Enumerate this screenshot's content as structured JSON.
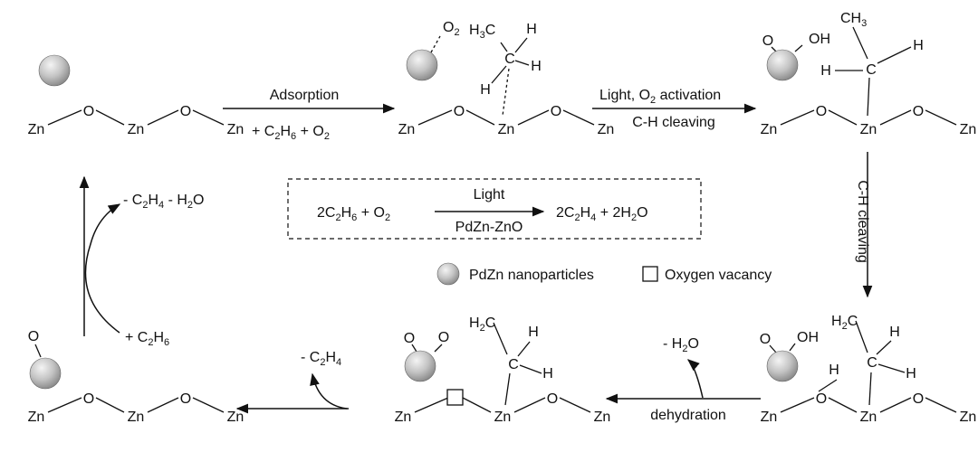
{
  "atoms": {
    "zn": "Zn",
    "o": "O",
    "h": "H",
    "oh": "OH",
    "o2": "O",
    "two": "2",
    "three": "3"
  },
  "steps": {
    "adsorption": "Adsorption",
    "plus_c2h6_o2": [
      "+ C",
      "2",
      "H",
      "6",
      " + O",
      "2"
    ],
    "light_o2_activation": [
      "Light, O",
      "2",
      " activation"
    ],
    "ch_cleaving": "C-H cleaving",
    "ch_cleaving_vertical": "C-H cleaving",
    "minus_h2o": [
      "- H",
      "2",
      "O"
    ],
    "dehydration": "dehydration",
    "minus_c2h4": [
      "- C",
      "2",
      "H",
      "4"
    ],
    "minus_c2h4_h2o": [
      "- C",
      "2",
      "H",
      "4",
      " - H",
      "2",
      "O"
    ],
    "plus_c2h6": [
      "+ C",
      "2",
      "H",
      "6"
    ]
  },
  "reaction_box": {
    "lhs": [
      "2C",
      "2",
      "H",
      "6",
      " + O",
      "2"
    ],
    "above_arrow": "Light",
    "below_arrow": "PdZn-ZnO",
    "rhs": [
      "2C",
      "2",
      "H",
      "4",
      " + 2H",
      "2",
      "O"
    ]
  },
  "legend": {
    "nanoparticle_label": "PdZn nanoparticles",
    "vacancy_label": "Oxygen vacancy"
  },
  "colors": {
    "sphere_light": "#f4f4f4",
    "sphere_dark": "#8a8a8a",
    "line": "#111111"
  }
}
